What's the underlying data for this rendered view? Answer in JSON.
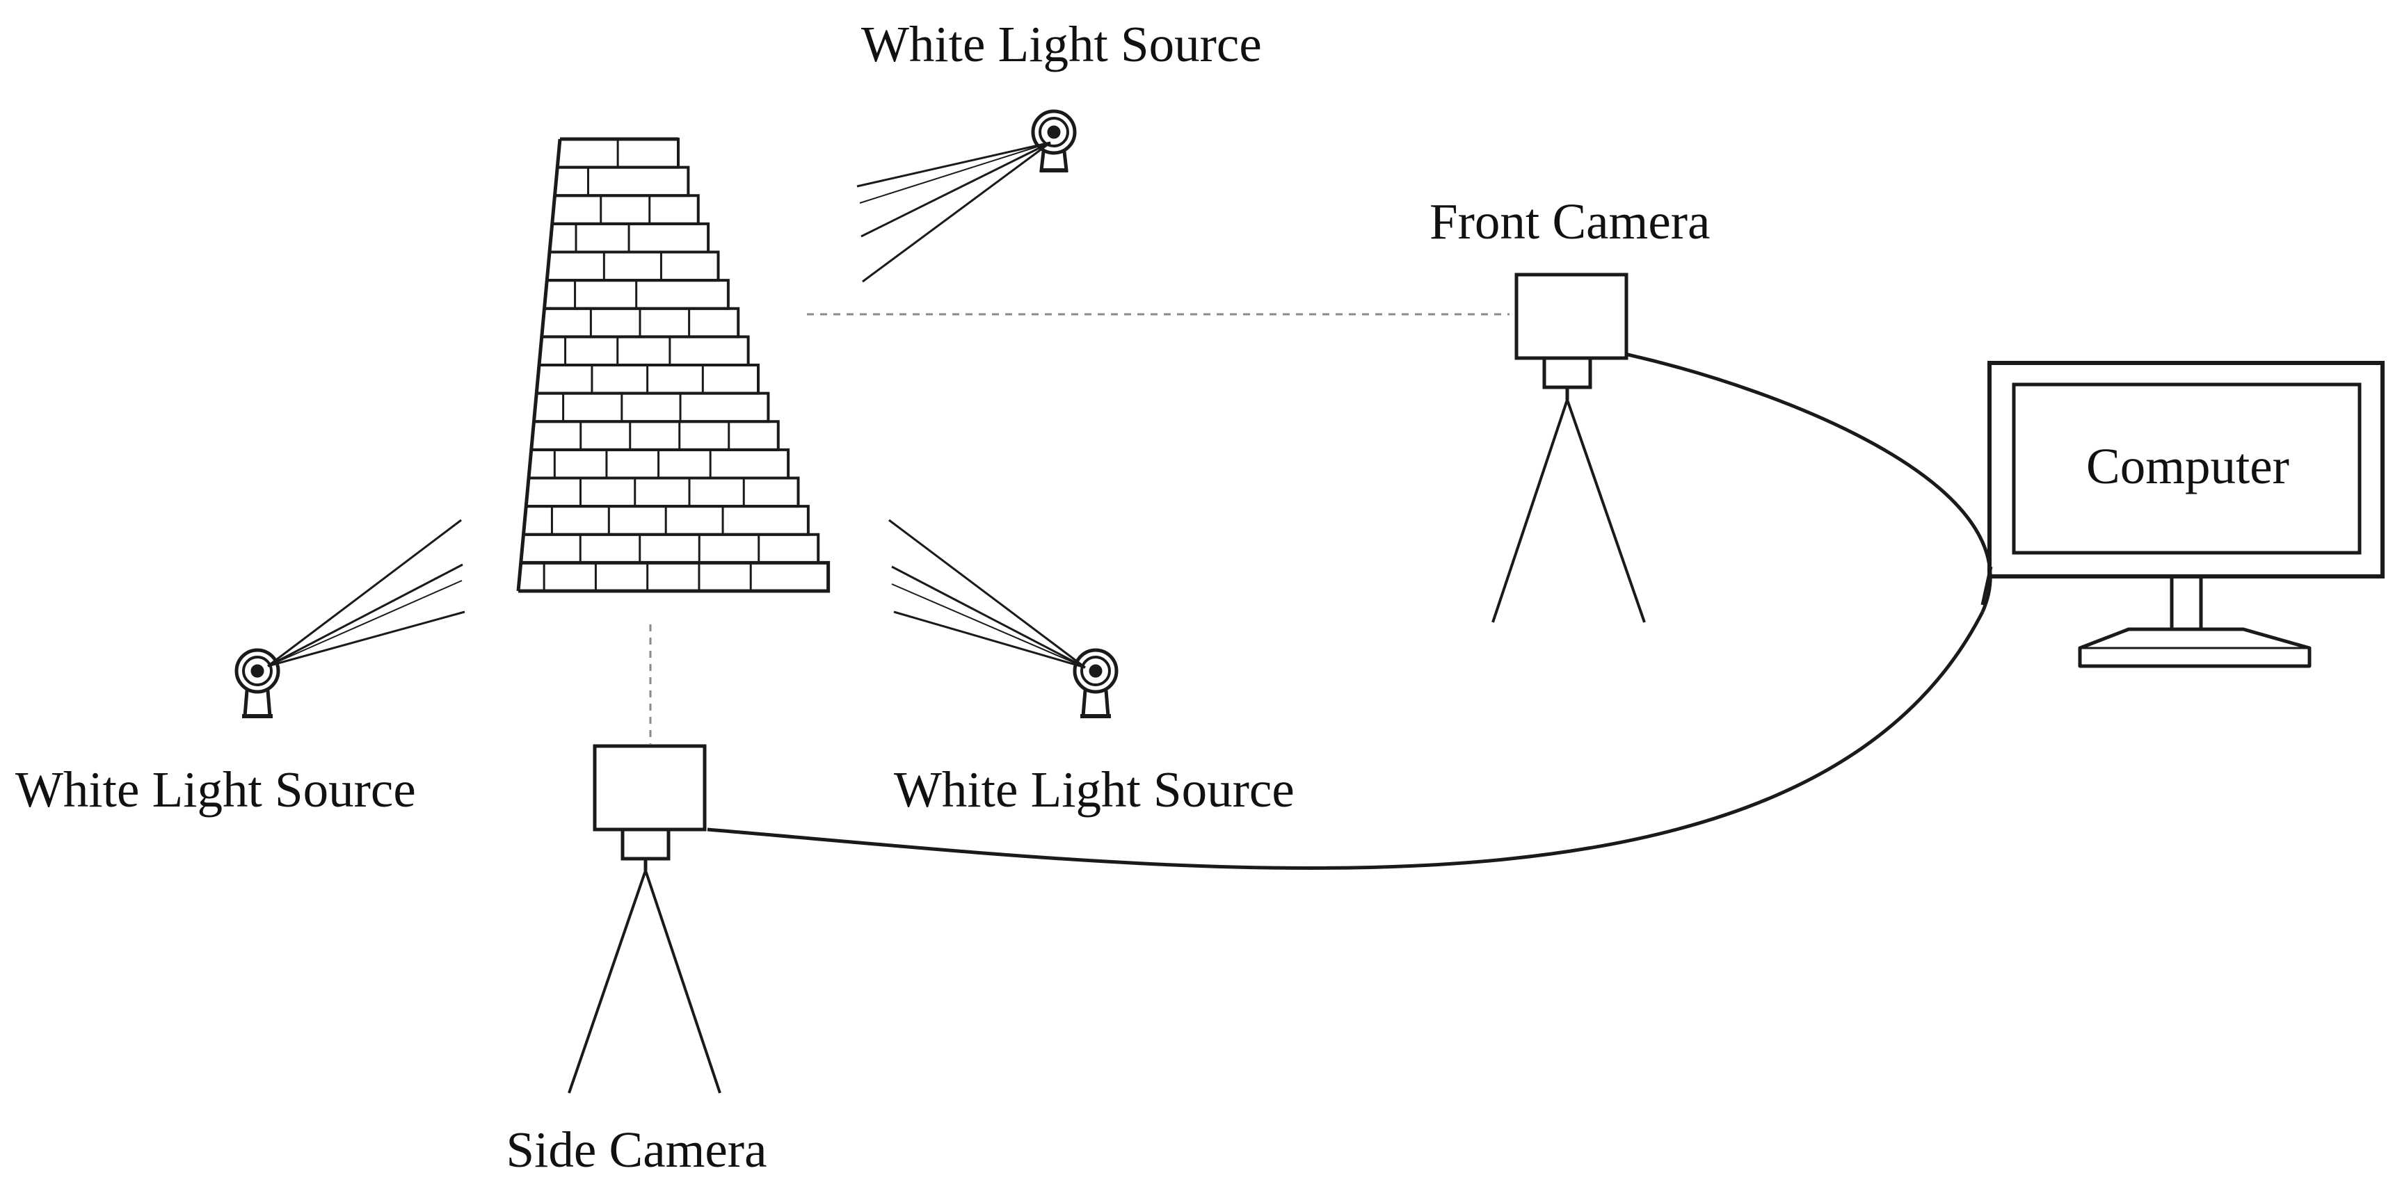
{
  "labels": {
    "light_top": "White Light Source",
    "light_left": "White Light Source",
    "light_right": "White Light Source",
    "front_camera": "Front Camera",
    "side_camera": "Side Camera",
    "computer": "Computer"
  },
  "colors": {
    "stroke": "#1a1a1a",
    "dashed": "#8a8a8a",
    "background": "#ffffff"
  },
  "icons": {
    "light": "spotlight-icon",
    "camera": "camera-on-tripod-icon",
    "computer": "monitor-icon",
    "wall": "masonry-wall"
  }
}
